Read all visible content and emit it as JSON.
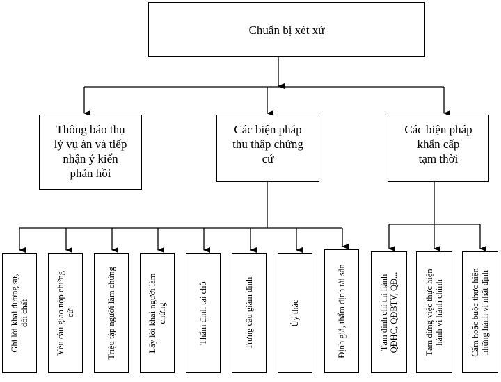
{
  "root": {
    "label": "Chuẩn bị xét xử"
  },
  "level1": [
    {
      "label": "Thông báo thụ\nlý vụ án và tiếp\nnhận ý kiến\nphản hồi"
    },
    {
      "label": "Các biện pháp\nthu thập chứng\ncứ"
    },
    {
      "label": "Các biện pháp\nkhẩn cấp\ntạm thời"
    }
  ],
  "evidence_measures": [
    {
      "label": "Ghi lời khai đương sự,\nđối chất"
    },
    {
      "label": "Yêu cầu giao nộp chứng\ncứ"
    },
    {
      "label": "Triệu tập người làm chứng"
    },
    {
      "label": "Lấy lời khai người làm\nchứng"
    },
    {
      "label": "Thẩm định tại chỗ"
    },
    {
      "label": "Trưng cầu giám định"
    },
    {
      "label": "Ủy thác"
    },
    {
      "label": "Định giá, thẩm định tài sản"
    }
  ],
  "interim_measures": [
    {
      "label": "Tạm đình chỉ thi hành\nQĐHC, QĐBTV, QĐ..."
    },
    {
      "label": "Tạm dừng việc thực hiện\nhành vi hành chính"
    },
    {
      "label": "Cấm hoặc buộc thực hiện\nnhững hành vi nhất định"
    }
  ]
}
